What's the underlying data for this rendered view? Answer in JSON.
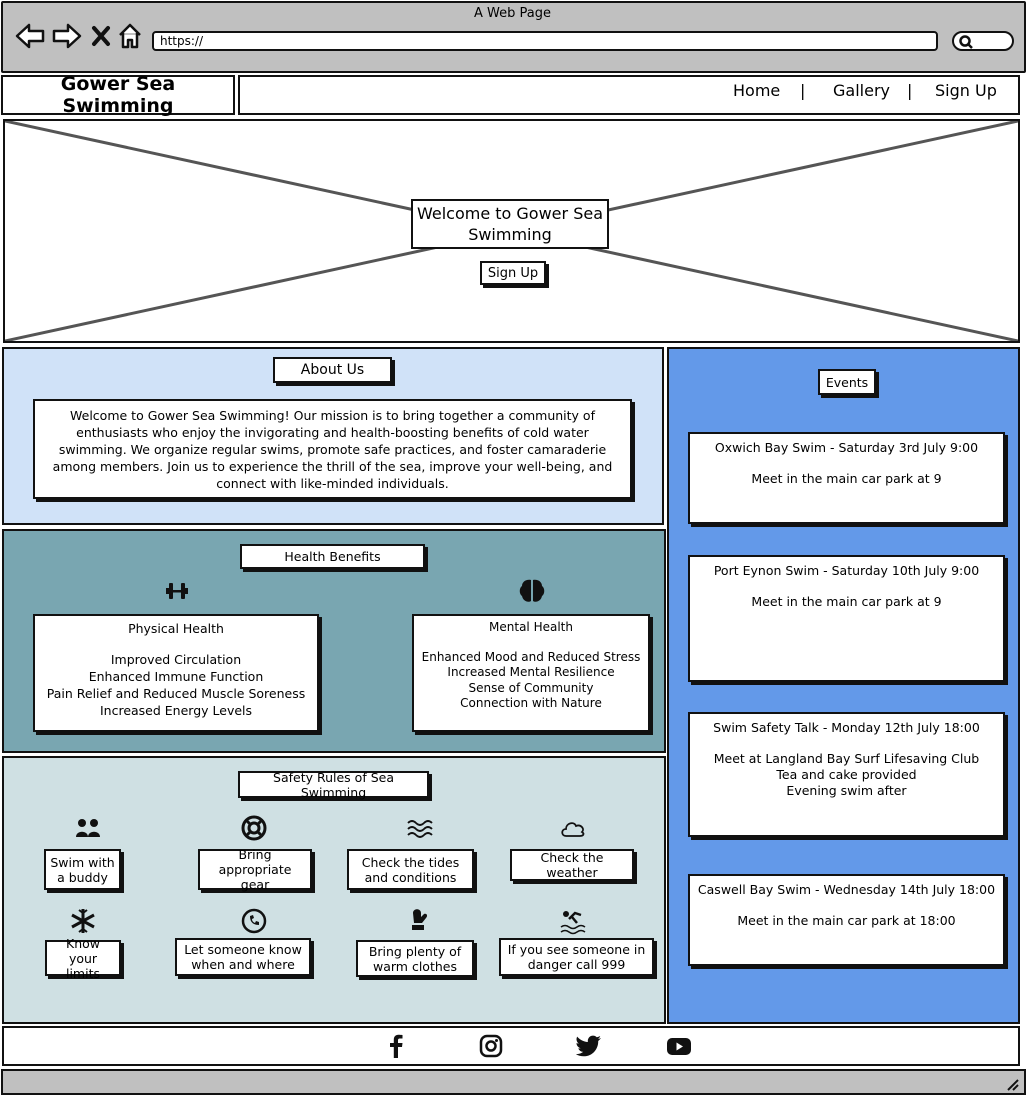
{
  "browser": {
    "title": "A Web Page",
    "url": "https://"
  },
  "header": {
    "logo": "Gower Sea Swimming",
    "nav": [
      {
        "label": "Home"
      },
      {
        "label": "Gallery"
      },
      {
        "label": "Sign Up"
      }
    ],
    "separator": "|"
  },
  "hero": {
    "title": "Welcome to Gower Sea Swimming",
    "button": "Sign Up"
  },
  "about": {
    "title": "About Us",
    "text": "Welcome to Gower Sea Swimming! Our mission is to bring together a community of enthusiasts who enjoy the invigorating and health-boosting benefits of cold water swimming. We organize regular swims, promote safe practices, and foster camaraderie among members. Join us to experience the thrill of the sea, improve your well-being, and connect with like-minded individuals."
  },
  "health": {
    "title": "Health Benefits",
    "physical": {
      "icon": "dumbbell-icon",
      "title": "Physical Health",
      "items": [
        "Improved Circulation",
        "Enhanced Immune Function",
        "Pain Relief and Reduced Muscle Soreness",
        "Increased Energy Levels"
      ]
    },
    "mental": {
      "icon": "brain-icon",
      "title": "Mental Health",
      "items": [
        "Enhanced Mood and Reduced Stress",
        "Increased Mental Resilience",
        "Sense of Community",
        "Connection with Nature"
      ]
    }
  },
  "safety": {
    "title": "Safety Rules of Sea Swimming",
    "rules": [
      {
        "icon": "people-icon",
        "label": "Swim with a buddy"
      },
      {
        "icon": "lifebuoy-icon",
        "label": "Bring appropriate gear"
      },
      {
        "icon": "waves-icon",
        "label": "Check the tides and conditions"
      },
      {
        "icon": "cloud-icon",
        "label": "Check the weather"
      },
      {
        "icon": "snowflake-icon",
        "label": "Know your limits"
      },
      {
        "icon": "phone-icon",
        "label": "Let someone know when and where"
      },
      {
        "icon": "mitten-icon",
        "label": "Bring plenty of warm clothes"
      },
      {
        "icon": "swimmer-icon",
        "label": "If you see someone in danger call 999"
      }
    ]
  },
  "events": {
    "title": "Events",
    "items": [
      {
        "title": "Oxwich Bay Swim - Saturday 3rd July 9:00",
        "details": [
          "Meet in the main car park at 9"
        ]
      },
      {
        "title": "Port Eynon Swim - Saturday 10th July 9:00",
        "details": [
          "Meet in the main car park at 9"
        ]
      },
      {
        "title": "Swim Safety Talk - Monday 12th July 18:00",
        "details": [
          "Meet at Langland Bay Surf Lifesaving Club",
          "Tea and cake provided",
          "Evening swim after"
        ]
      },
      {
        "title": "Caswell Bay Swim - Wednesday 14th July 18:00",
        "details": [
          "Meet in the main car park at 18:00"
        ]
      }
    ]
  },
  "footer": {
    "social": [
      "facebook-icon",
      "instagram-icon",
      "twitter-icon",
      "youtube-icon"
    ]
  }
}
